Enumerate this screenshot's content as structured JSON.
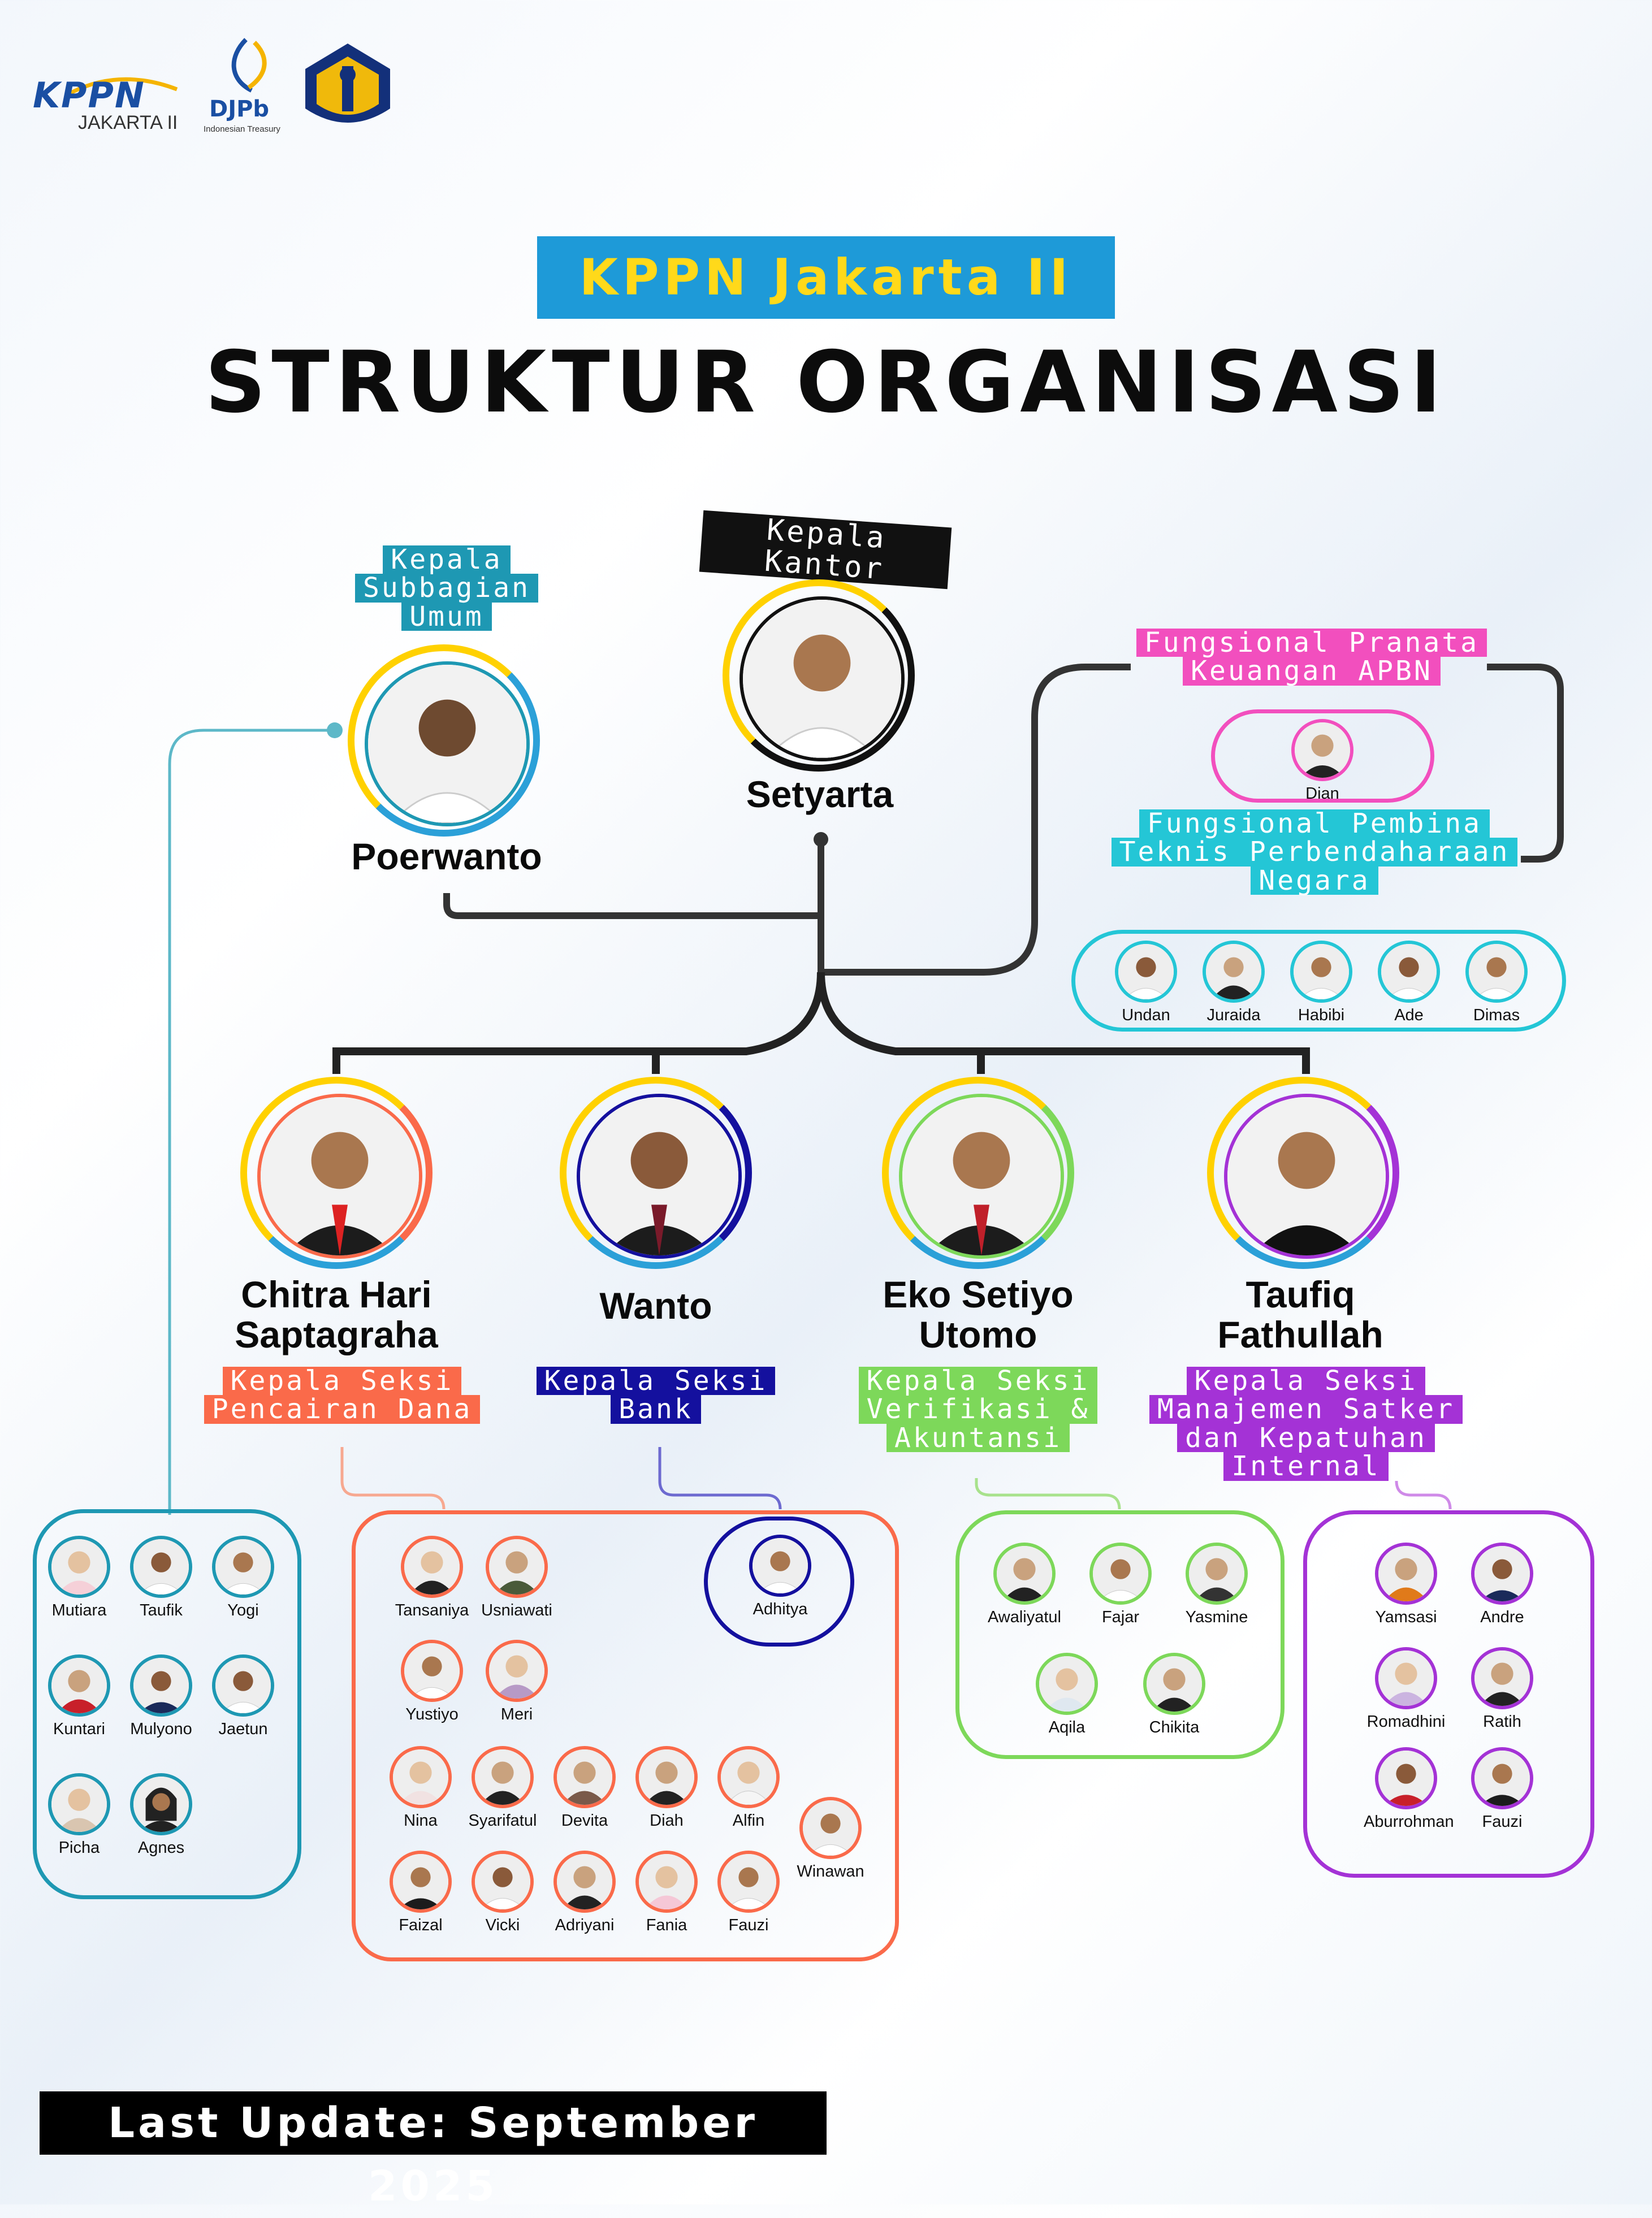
{
  "logos": {
    "kppn_word": "KPPN",
    "kppn_sub": "JAKARTA II",
    "djpb_word": "DJPb",
    "djpb_sub": "Indonesian Treasury"
  },
  "header": {
    "badge": "KPPN Jakarta II",
    "title": "STRUKTUR ORGANISASI"
  },
  "head": {
    "role": "Kepala Kantor",
    "name": "Setyarta"
  },
  "umum": {
    "role_lines": [
      "Kepala",
      "Subbagian",
      "Umum"
    ],
    "name": "Poerwanto",
    "members": [
      "Mutiara",
      "Taufik",
      "Yogi",
      "Kuntari",
      "Mulyono",
      "Jaetun",
      "Picha",
      "Agnes"
    ]
  },
  "fungsional_pranata": {
    "role_lines": [
      "Fungsional Pranata",
      "Keuangan APBN"
    ],
    "members": [
      "Dian"
    ]
  },
  "fungsional_pembina": {
    "role_lines": [
      "Fungsional Pembina",
      "Teknis Perbendaharaan",
      "Negara"
    ],
    "members": [
      "Undan",
      "Juraida",
      "Habibi",
      "Ade",
      "Dimas"
    ]
  },
  "seksi": [
    {
      "name_lines": [
        "Chitra Hari",
        "Saptagraha"
      ],
      "role_lines": [
        "Kepala Seksi",
        "Pencairan Dana"
      ],
      "members": [
        "Tansaniya",
        "Usniawati",
        "Yustiyo",
        "Meri",
        "Nina",
        "Syarifatul",
        "Devita",
        "Diah",
        "Alfin",
        "Winawan",
        "Faizal",
        "Vicki",
        "Adriyani",
        "Fania",
        "Fauzi"
      ]
    },
    {
      "name_lines": [
        "Wanto"
      ],
      "role_lines": [
        "Kepala Seksi",
        "Bank"
      ],
      "members": [
        "Adhitya"
      ]
    },
    {
      "name_lines": [
        "Eko Setiyo",
        "Utomo"
      ],
      "role_lines": [
        "Kepala Seksi",
        "Verifikasi &",
        "Akuntansi"
      ],
      "members": [
        "Awaliyatul",
        "Fajar",
        "Yasmine",
        "Aqila",
        "Chikita"
      ]
    },
    {
      "name_lines": [
        "Taufiq",
        "Fathullah"
      ],
      "role_lines": [
        "Kepala Seksi",
        "Manajemen Satker",
        "dan Kepatuhan",
        "Internal"
      ],
      "members": [
        "Yamsasi",
        "Andre",
        "Romadhini",
        "Ratih",
        "Aburrohman",
        "Fauzi"
      ]
    }
  ],
  "footer": "Last Update: September 2025",
  "colors": {
    "teal": "#1e98b3",
    "orange": "#fa6a4a",
    "navy": "#14109e",
    "green": "#7dd85a",
    "purple": "#a432d6",
    "pink": "#f24fbe",
    "cyan": "#24c6d6",
    "yellow": "#ffd91a",
    "blue": "#1e9ad8"
  }
}
